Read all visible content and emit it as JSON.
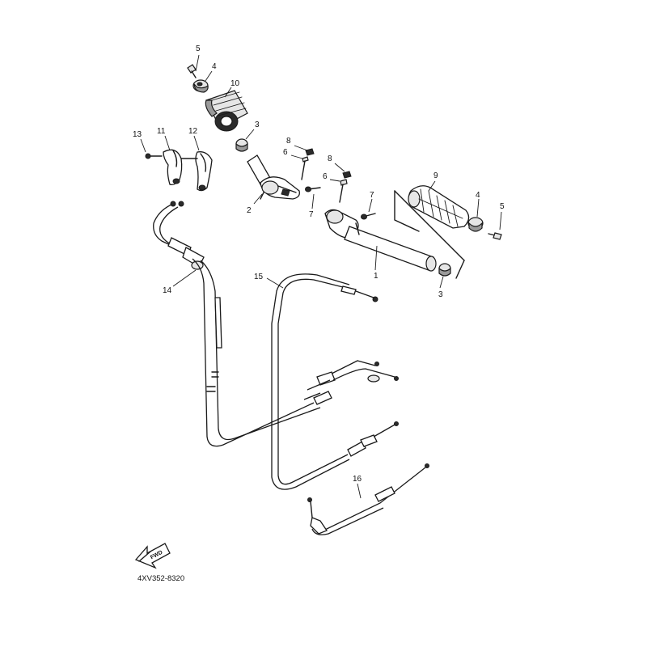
{
  "diagram_id": "4XV352-8320",
  "fwd_label": "FWD",
  "callouts": {
    "c5_top": "5",
    "c4_top": "4",
    "c10": "10",
    "c3_top": "3",
    "c13": "13",
    "c11": "11",
    "c12": "12",
    "c8_a": "8",
    "c6_a": "6",
    "c8_b": "8",
    "c6_b": "6",
    "c9": "9",
    "c4_right": "4",
    "c5_right": "5",
    "c7_right": "7",
    "c2": "2",
    "c7_left": "7",
    "c1": "1",
    "c3_right": "3",
    "c14": "14",
    "c15": "15",
    "c16": "16"
  }
}
